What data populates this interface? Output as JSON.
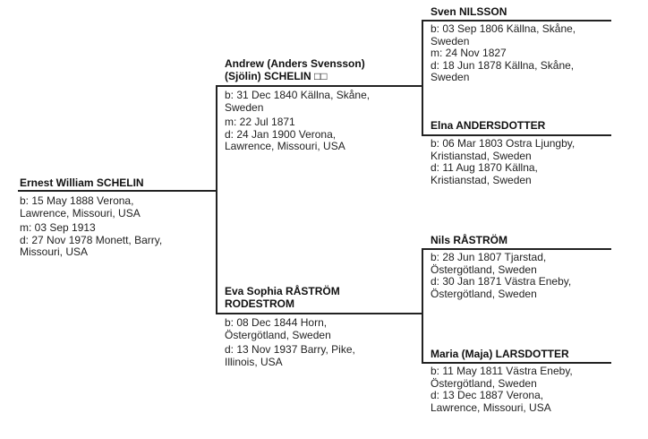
{
  "persons": {
    "ernest": {
      "name": "Ernest William SCHELIN",
      "lines": [
        "b: 15 May 1888 Verona,",
        "Lawrence, Missouri, USA",
        "m: 03 Sep 1913",
        "d: 27 Nov 1978 Monett, Barry,",
        "Missouri, USA"
      ]
    },
    "andrew": {
      "name1": "Andrew (Anders Svensson)",
      "name2": "(Sjölin) SCHELIN □□",
      "lines": [
        "b: 31 Dec 1840 Källna, Skåne,",
        "Sweden",
        "m: 22 Jul 1871",
        "d: 24 Jan 1900 Verona,",
        "Lawrence, Missouri, USA"
      ]
    },
    "eva": {
      "name1": "Eva Sophia RÅSTRÖM",
      "name2": "RODESTROM",
      "lines": [
        "b: 08 Dec 1844 Horn,",
        "Östergötland, Sweden",
        "d: 13 Nov 1937 Barry, Pike,",
        "Illinois, USA"
      ]
    },
    "sven": {
      "name": "Sven NILSSON",
      "lines": [
        "b: 03 Sep 1806 Källna, Skåne,",
        "Sweden",
        "m: 24 Nov 1827",
        "d: 18 Jun 1878 Källna, Skåne,",
        "Sweden"
      ]
    },
    "elna": {
      "name": "Elna ANDERSDOTTER",
      "lines": [
        "b: 06 Mar 1803 Ostra Ljungby,",
        "Kristianstad, Sweden",
        "d: 11 Aug 1870 Källna,",
        "Kristianstad, Sweden"
      ]
    },
    "nils": {
      "name": "Nils RÅSTRÖM",
      "lines": [
        "b: 28 Jun 1807 Tjarstad,",
        "Östergötland, Sweden",
        "d: 30 Jan 1871 Västra Eneby,",
        "Östergötland, Sweden"
      ]
    },
    "maria": {
      "name": "Maria (Maja) LARSDOTTER",
      "lines": [
        "b: 11 May 1811 Västra Eneby,",
        "Östergötland, Sweden",
        "d: 13 Dec 1887 Verona,",
        "Lawrence, Missouri, USA"
      ]
    }
  }
}
